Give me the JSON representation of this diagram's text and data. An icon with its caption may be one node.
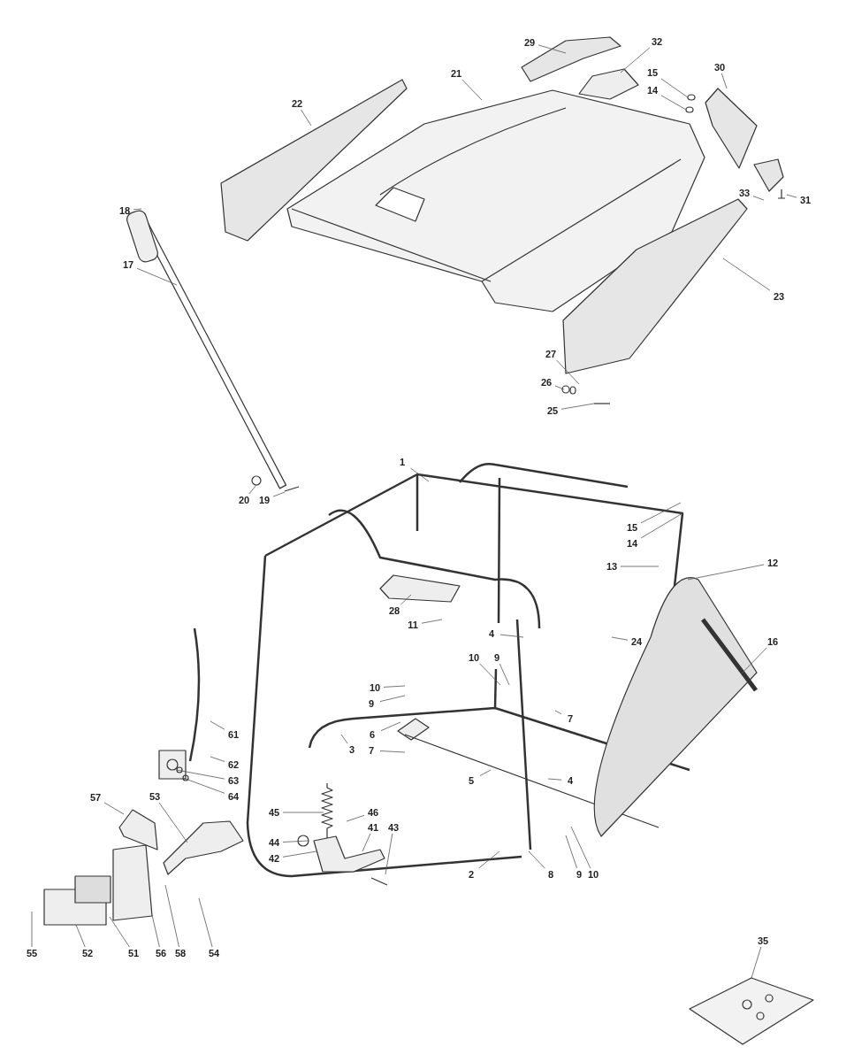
{
  "diagram": {
    "nodes": [
      {
        "text": [
          "29"
        ]
      },
      {
        "text": [
          "32"
        ]
      },
      {
        "text": [
          "21"
        ]
      },
      {
        "text": [
          "15"
        ]
      },
      {
        "text": [
          "14"
        ]
      },
      {
        "text": [
          "30"
        ]
      },
      {
        "text": [
          "22"
        ]
      },
      {
        "text": [
          "33"
        ]
      },
      {
        "text": [
          "31"
        ]
      },
      {
        "text": [
          "18"
        ]
      },
      {
        "text": [
          "17"
        ]
      },
      {
        "text": [
          "23"
        ]
      },
      {
        "text": [
          "27"
        ]
      },
      {
        "text": [
          "26"
        ]
      },
      {
        "text": [
          "25"
        ]
      },
      {
        "text": [
          "1"
        ]
      },
      {
        "text": [
          "20"
        ]
      },
      {
        "text": [
          "19"
        ]
      },
      {
        "text": [
          "15"
        ]
      },
      {
        "text": [
          "14"
        ]
      },
      {
        "text": [
          "13"
        ]
      },
      {
        "text": [
          "12"
        ]
      },
      {
        "text": [
          "28"
        ]
      },
      {
        "text": [
          "11"
        ]
      },
      {
        "text": [
          "4"
        ]
      },
      {
        "text": [
          "24"
        ]
      },
      {
        "text": [
          "16"
        ]
      },
      {
        "text": [
          "10"
        ]
      },
      {
        "text": [
          "9"
        ]
      },
      {
        "text": [
          "10"
        ]
      },
      {
        "text": [
          "9"
        ]
      },
      {
        "text": [
          "7"
        ]
      },
      {
        "text": [
          "6"
        ]
      },
      {
        "text": [
          "61"
        ]
      },
      {
        "text": [
          "3"
        ]
      },
      {
        "text": [
          "7"
        ]
      },
      {
        "text": [
          "62"
        ]
      },
      {
        "text": [
          "63"
        ]
      },
      {
        "text": [
          "5"
        ]
      },
      {
        "text": [
          "4"
        ]
      },
      {
        "text": [
          "64"
        ]
      },
      {
        "text": [
          "57"
        ]
      },
      {
        "text": [
          "53"
        ]
      },
      {
        "text": [
          "45"
        ]
      },
      {
        "text": [
          "46"
        ]
      },
      {
        "text": [
          "41"
        ]
      },
      {
        "text": [
          "43"
        ]
      },
      {
        "text": [
          "44"
        ]
      },
      {
        "text": [
          "42"
        ]
      },
      {
        "text": [
          "2"
        ]
      },
      {
        "text": [
          "8"
        ]
      },
      {
        "text": [
          "9"
        ]
      },
      {
        "text": [
          "10"
        ]
      },
      {
        "text": [
          "55"
        ]
      },
      {
        "text": [
          "52"
        ]
      },
      {
        "text": [
          "51"
        ]
      },
      {
        "text": [
          "56"
        ]
      },
      {
        "text": [
          "58"
        ]
      },
      {
        "text": [
          "54"
        ]
      },
      {
        "text": [
          "35"
        ]
      }
    ],
    "edges": [
      {
        "from": 0,
        "to": null,
        "arrow": "none"
      },
      {
        "from": 1,
        "to": null,
        "arrow": "none"
      },
      {
        "from": 2,
        "to": null,
        "arrow": "none"
      },
      {
        "from": 3,
        "to": null,
        "arrow": "none"
      },
      {
        "from": 4,
        "to": null,
        "arrow": "none"
      },
      {
        "from": 5,
        "to": null,
        "arrow": "none"
      },
      {
        "from": 6,
        "to": null,
        "arrow": "none"
      },
      {
        "from": 7,
        "to": null,
        "arrow": "none"
      },
      {
        "from": 8,
        "to": null,
        "arrow": "none"
      },
      {
        "from": 9,
        "to": null,
        "arrow": "none"
      },
      {
        "from": 10,
        "to": null,
        "arrow": "none"
      },
      {
        "from": 11,
        "to": null,
        "arrow": "none"
      },
      {
        "from": 12,
        "to": null,
        "arrow": "none"
      },
      {
        "from": 13,
        "to": null,
        "arrow": "none"
      },
      {
        "from": 14,
        "to": null,
        "arrow": "none"
      },
      {
        "from": 15,
        "to": null,
        "arrow": "none"
      },
      {
        "from": 16,
        "to": null,
        "arrow": "none"
      },
      {
        "from": 17,
        "to": null,
        "arrow": "none"
      },
      {
        "from": 18,
        "to": null,
        "arrow": "none"
      },
      {
        "from": 19,
        "to": null,
        "arrow": "none"
      },
      {
        "from": 20,
        "to": null,
        "arrow": "none"
      },
      {
        "from": 21,
        "to": null,
        "arrow": "none"
      },
      {
        "from": 22,
        "to": null,
        "arrow": "none"
      },
      {
        "from": 23,
        "to": null,
        "arrow": "none"
      },
      {
        "from": 24,
        "to": null,
        "arrow": "none"
      },
      {
        "from": 25,
        "to": null,
        "arrow": "none"
      },
      {
        "from": 26,
        "to": null,
        "arrow": "none"
      },
      {
        "from": 27,
        "to": null,
        "arrow": "none"
      },
      {
        "from": 28,
        "to": null,
        "arrow": "none"
      },
      {
        "from": 29,
        "to": null,
        "arrow": "none"
      },
      {
        "from": 30,
        "to": null,
        "arrow": "none"
      },
      {
        "from": 31,
        "to": null,
        "arrow": "none"
      },
      {
        "from": 32,
        "to": null,
        "arrow": "none"
      },
      {
        "from": 33,
        "to": null,
        "arrow": "none"
      },
      {
        "from": 34,
        "to": null,
        "arrow": "none"
      },
      {
        "from": 35,
        "to": null,
        "arrow": "none"
      },
      {
        "from": 36,
        "to": null,
        "arrow": "none"
      },
      {
        "from": 37,
        "to": null,
        "arrow": "none"
      },
      {
        "from": 38,
        "to": null,
        "arrow": "none"
      },
      {
        "from": 39,
        "to": null,
        "arrow": "none"
      },
      {
        "from": 40,
        "to": null,
        "arrow": "none"
      },
      {
        "from": 41,
        "to": null,
        "arrow": "none"
      },
      {
        "from": 42,
        "to": null,
        "arrow": "none"
      },
      {
        "from": 43,
        "to": null,
        "arrow": "none"
      },
      {
        "from": 44,
        "to": null,
        "arrow": "none"
      },
      {
        "from": 45,
        "to": null,
        "arrow": "none"
      },
      {
        "from": 46,
        "to": null,
        "arrow": "none"
      },
      {
        "from": 47,
        "to": null,
        "arrow": "none"
      },
      {
        "from": 48,
        "to": null,
        "arrow": "none"
      },
      {
        "from": 49,
        "to": null,
        "arrow": "none"
      },
      {
        "from": 50,
        "to": null,
        "arrow": "none"
      },
      {
        "from": 51,
        "to": null,
        "arrow": "none"
      },
      {
        "from": 52,
        "to": null,
        "arrow": "none"
      },
      {
        "from": 53,
        "to": null,
        "arrow": "none"
      },
      {
        "from": 54,
        "to": null,
        "arrow": "none"
      },
      {
        "from": 55,
        "to": null,
        "arrow": "none"
      },
      {
        "from": 56,
        "to": null,
        "arrow": "none"
      },
      {
        "from": 57,
        "to": null,
        "arrow": "none"
      },
      {
        "from": 58,
        "to": null,
        "arrow": "none"
      },
      {
        "from": 59,
        "to": null,
        "arrow": "none"
      }
    ]
  }
}
